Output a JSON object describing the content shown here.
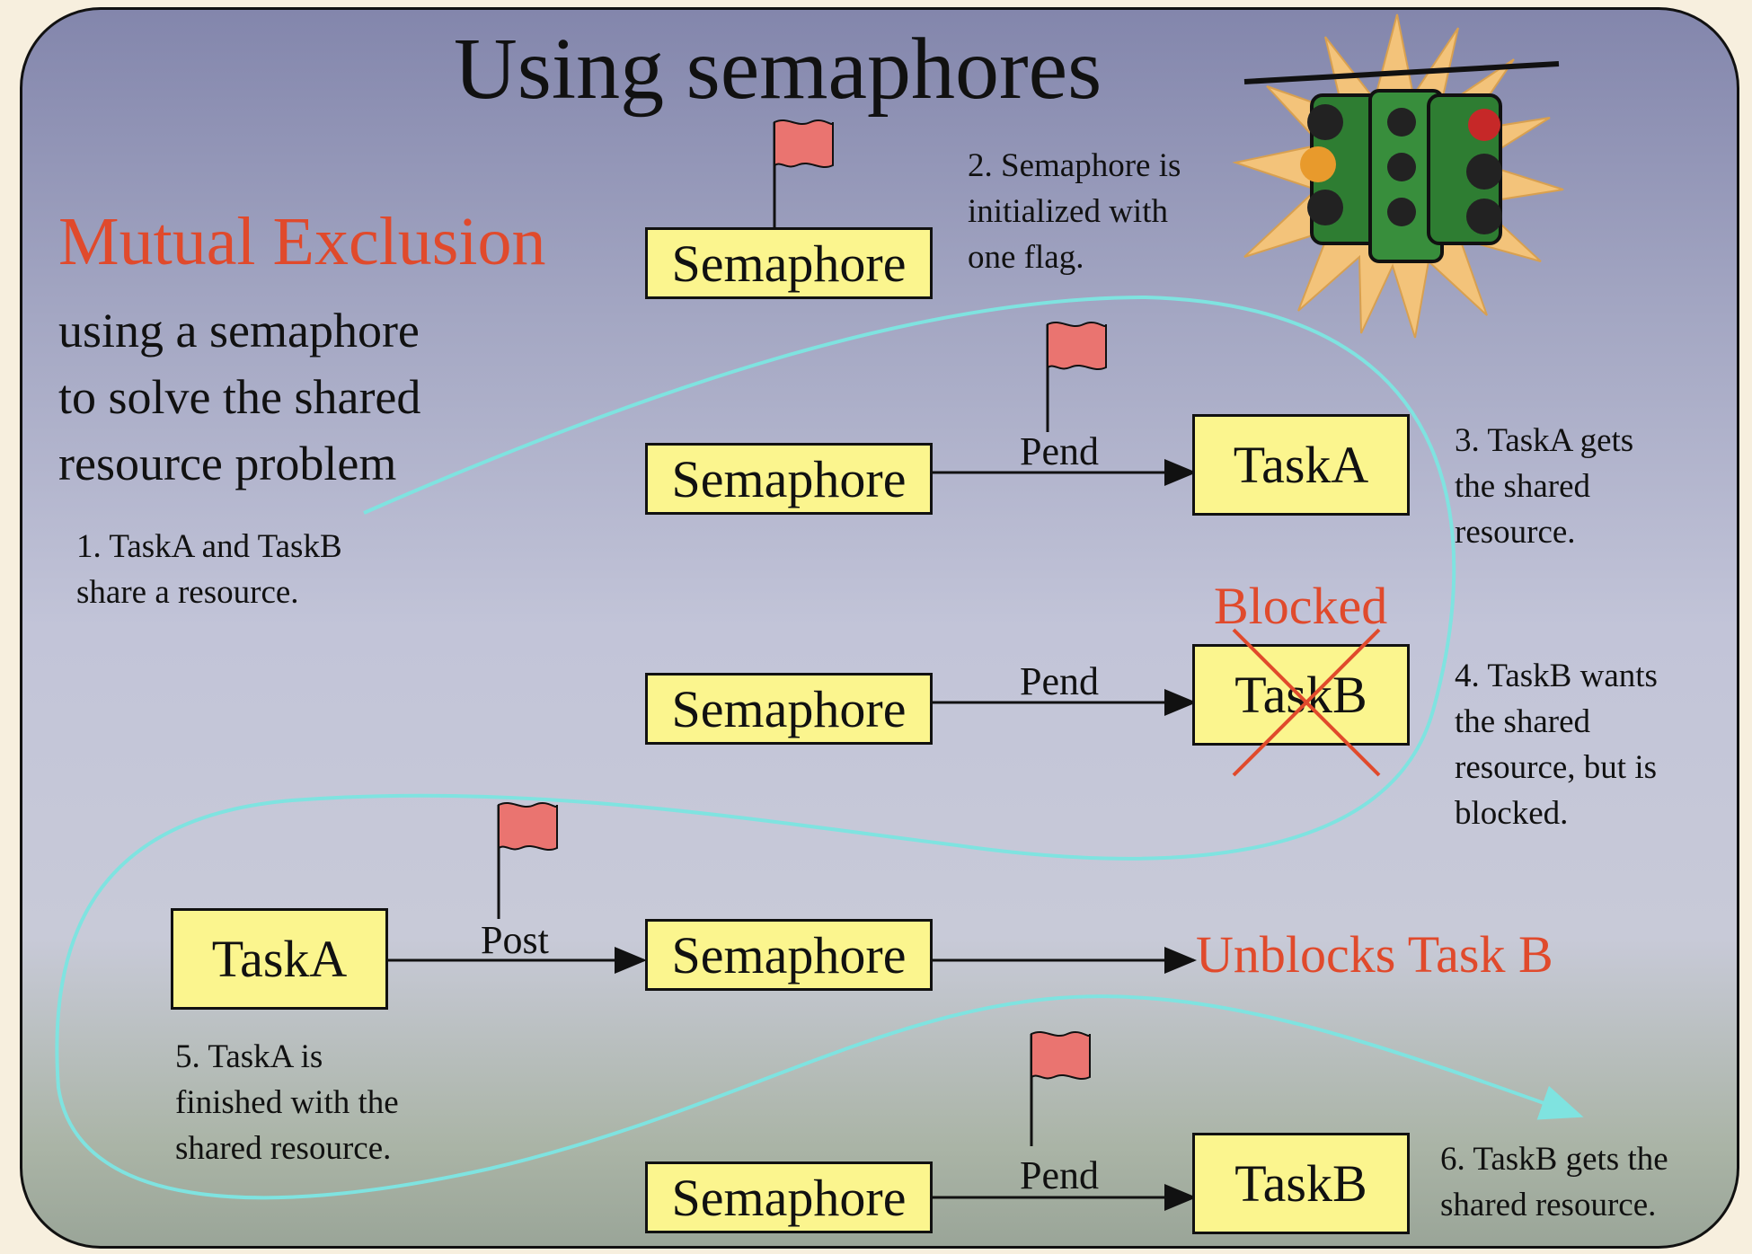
{
  "title": "Using semaphores",
  "heading": "Mutual Exclusion",
  "subtitle_lines": [
    "using a semaphore",
    "to solve the shared",
    "resource problem"
  ],
  "notes": {
    "n1": [
      "1. TaskA and TaskB",
      "share a resource."
    ],
    "n2": [
      "2. Semaphore is",
      "initialized with",
      "one flag."
    ],
    "n3": [
      "3.  TaskA gets",
      "the shared",
      "resource."
    ],
    "n4": [
      "4. TaskB wants",
      "the shared",
      "resource, but is",
      "blocked."
    ],
    "n5": [
      "5. TaskA is",
      "finished with the",
      "shared resource."
    ],
    "n6": [
      "6. TaskB gets the",
      "shared resource."
    ]
  },
  "boxes": {
    "sem1": "Semaphore",
    "sem2": "Semaphore",
    "taskA1": "TaskA",
    "sem3": "Semaphore",
    "taskB1": "TaskB",
    "taskA2": "TaskA",
    "sem4": "Semaphore",
    "sem5": "Semaphore",
    "taskB2": "TaskB"
  },
  "arrow_labels": {
    "pend1": "Pend",
    "pend2": "Pend",
    "post": "Post",
    "pend3": "Pend"
  },
  "status_labels": {
    "blocked": "Blocked",
    "unblocks": "Unblocks Task B"
  },
  "colors": {
    "box_fill": "#fbf58e",
    "accent_red": "#e04a2c",
    "flag": "#ea7470",
    "flow_line": "#7fe3e0"
  }
}
